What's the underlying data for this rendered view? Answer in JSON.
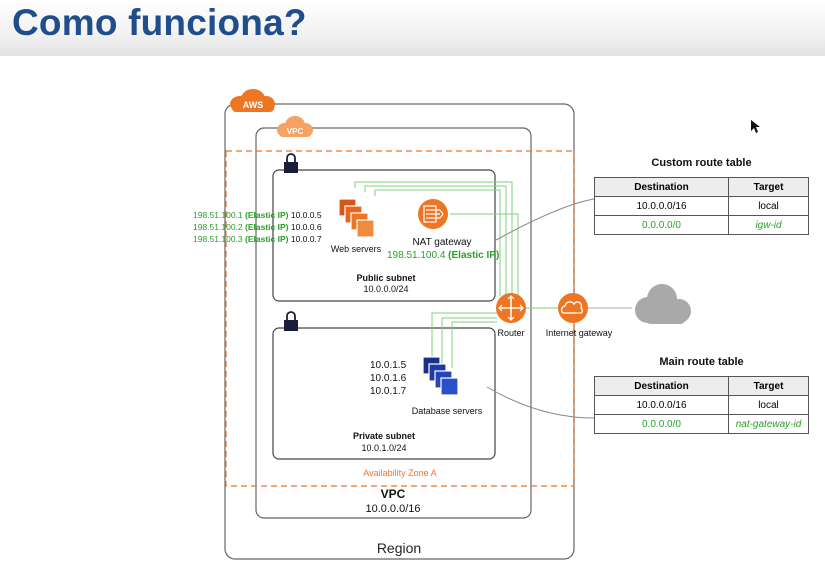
{
  "page_title": "Como funciona?",
  "aws_badge": "AWS",
  "vpc_badge": "VPC",
  "region_label": "Region",
  "vpc": {
    "label": "VPC",
    "cidr": "10.0.0.0/16"
  },
  "availability_zone": "Availability Zone A",
  "public_subnet": {
    "label": "Public subnet",
    "cidr": "10.0.0.0/24"
  },
  "private_subnet": {
    "label": "Private subnet",
    "cidr": "10.0.1.0/24"
  },
  "web_servers": {
    "label": "Web servers",
    "entries": [
      {
        "eip": "198.51.100.1",
        "eip_tag": "(Elastic IP)",
        "private_ip": "10.0.0.5"
      },
      {
        "eip": "198.51.100.2",
        "eip_tag": "(Elastic IP)",
        "private_ip": "10.0.0.6"
      },
      {
        "eip": "198.51.100.3",
        "eip_tag": "(Elastic IP)",
        "private_ip": "10.0.0.7"
      }
    ]
  },
  "nat_gateway": {
    "label": "NAT gateway",
    "eip": "198.51.100.4",
    "eip_tag": "(Elastic IP)"
  },
  "database_servers": {
    "label": "Database servers",
    "ips": [
      "10.0.1.5",
      "10.0.1.6",
      "10.0.1.7"
    ]
  },
  "router_label": "Router",
  "internet_gateway_label": "Internet gateway",
  "custom_route_table": {
    "title": "Custom route table",
    "headers": [
      "Destination",
      "Target"
    ],
    "rows": [
      {
        "destination": "10.0.0.0/16",
        "target": "local"
      },
      {
        "destination": "0.0.0.0/0",
        "target": "igw-id"
      }
    ]
  },
  "main_route_table": {
    "title": "Main route table",
    "headers": [
      "Destination",
      "Target"
    ],
    "rows": [
      {
        "destination": "10.0.0.0/16",
        "target": "local"
      },
      {
        "destination": "0.0.0.0/0",
        "target": "nat-gateway-id"
      }
    ]
  },
  "colors": {
    "title": "#1f4e8c",
    "aws_orange": "#ee7623",
    "green": "#2aa02a",
    "border": "#555555",
    "cloud": "#a9a9a9"
  },
  "icons": [
    "aws-badge-icon",
    "vpc-badge-icon",
    "lock-icon",
    "server-stack-icon",
    "nat-gateway-icon",
    "router-icon",
    "internet-gateway-icon",
    "cloud-icon",
    "mouse-cursor-icon"
  ]
}
